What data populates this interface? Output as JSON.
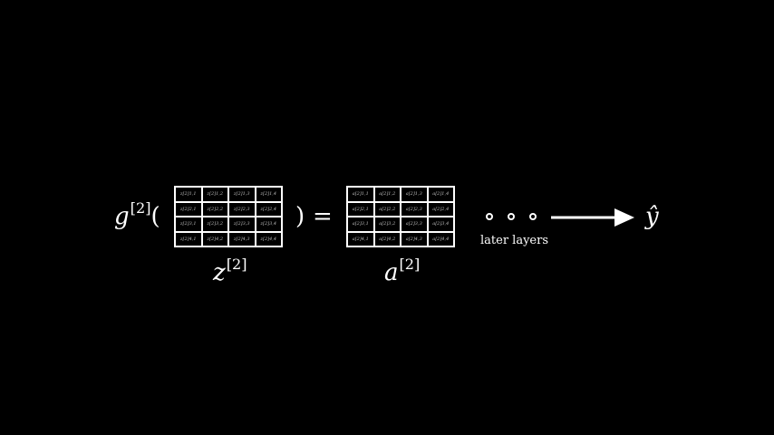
{
  "formula": {
    "activation_fn": "g",
    "layer_superscript": "[2]",
    "open_paren": "(",
    "close_paren": ")",
    "equals": "=",
    "z_matrix_label": "z",
    "a_matrix_label": "a",
    "output_symbol": "ŷ",
    "later_layers_label": "later layers"
  },
  "z_matrix": [
    [
      "z[2]1,1",
      "z[2]1,2",
      "z[2]1,3",
      "z[2]1,4"
    ],
    [
      "z[2]2,1",
      "z[2]2,2",
      "z[2]2,3",
      "z[2]2,4"
    ],
    [
      "z[2]3,1",
      "z[2]3,2",
      "z[2]3,3",
      "z[2]3,4"
    ],
    [
      "z[2]4,1",
      "z[2]4,2",
      "z[2]4,3",
      "z[2]4,4"
    ]
  ],
  "a_matrix": [
    [
      "a[2]1,1",
      "a[2]1,2",
      "a[2]1,3",
      "a[2]1,4"
    ],
    [
      "a[2]2,1",
      "a[2]2,2",
      "a[2]2,3",
      "a[2]2,4"
    ],
    [
      "a[2]3,1",
      "a[2]3,2",
      "a[2]3,3",
      "a[2]3,4"
    ],
    [
      "a[2]4,1",
      "a[2]4,2",
      "a[2]4,3",
      "a[2]4,4"
    ]
  ],
  "colors": {
    "background": "#000000",
    "foreground": "#ffffff"
  }
}
